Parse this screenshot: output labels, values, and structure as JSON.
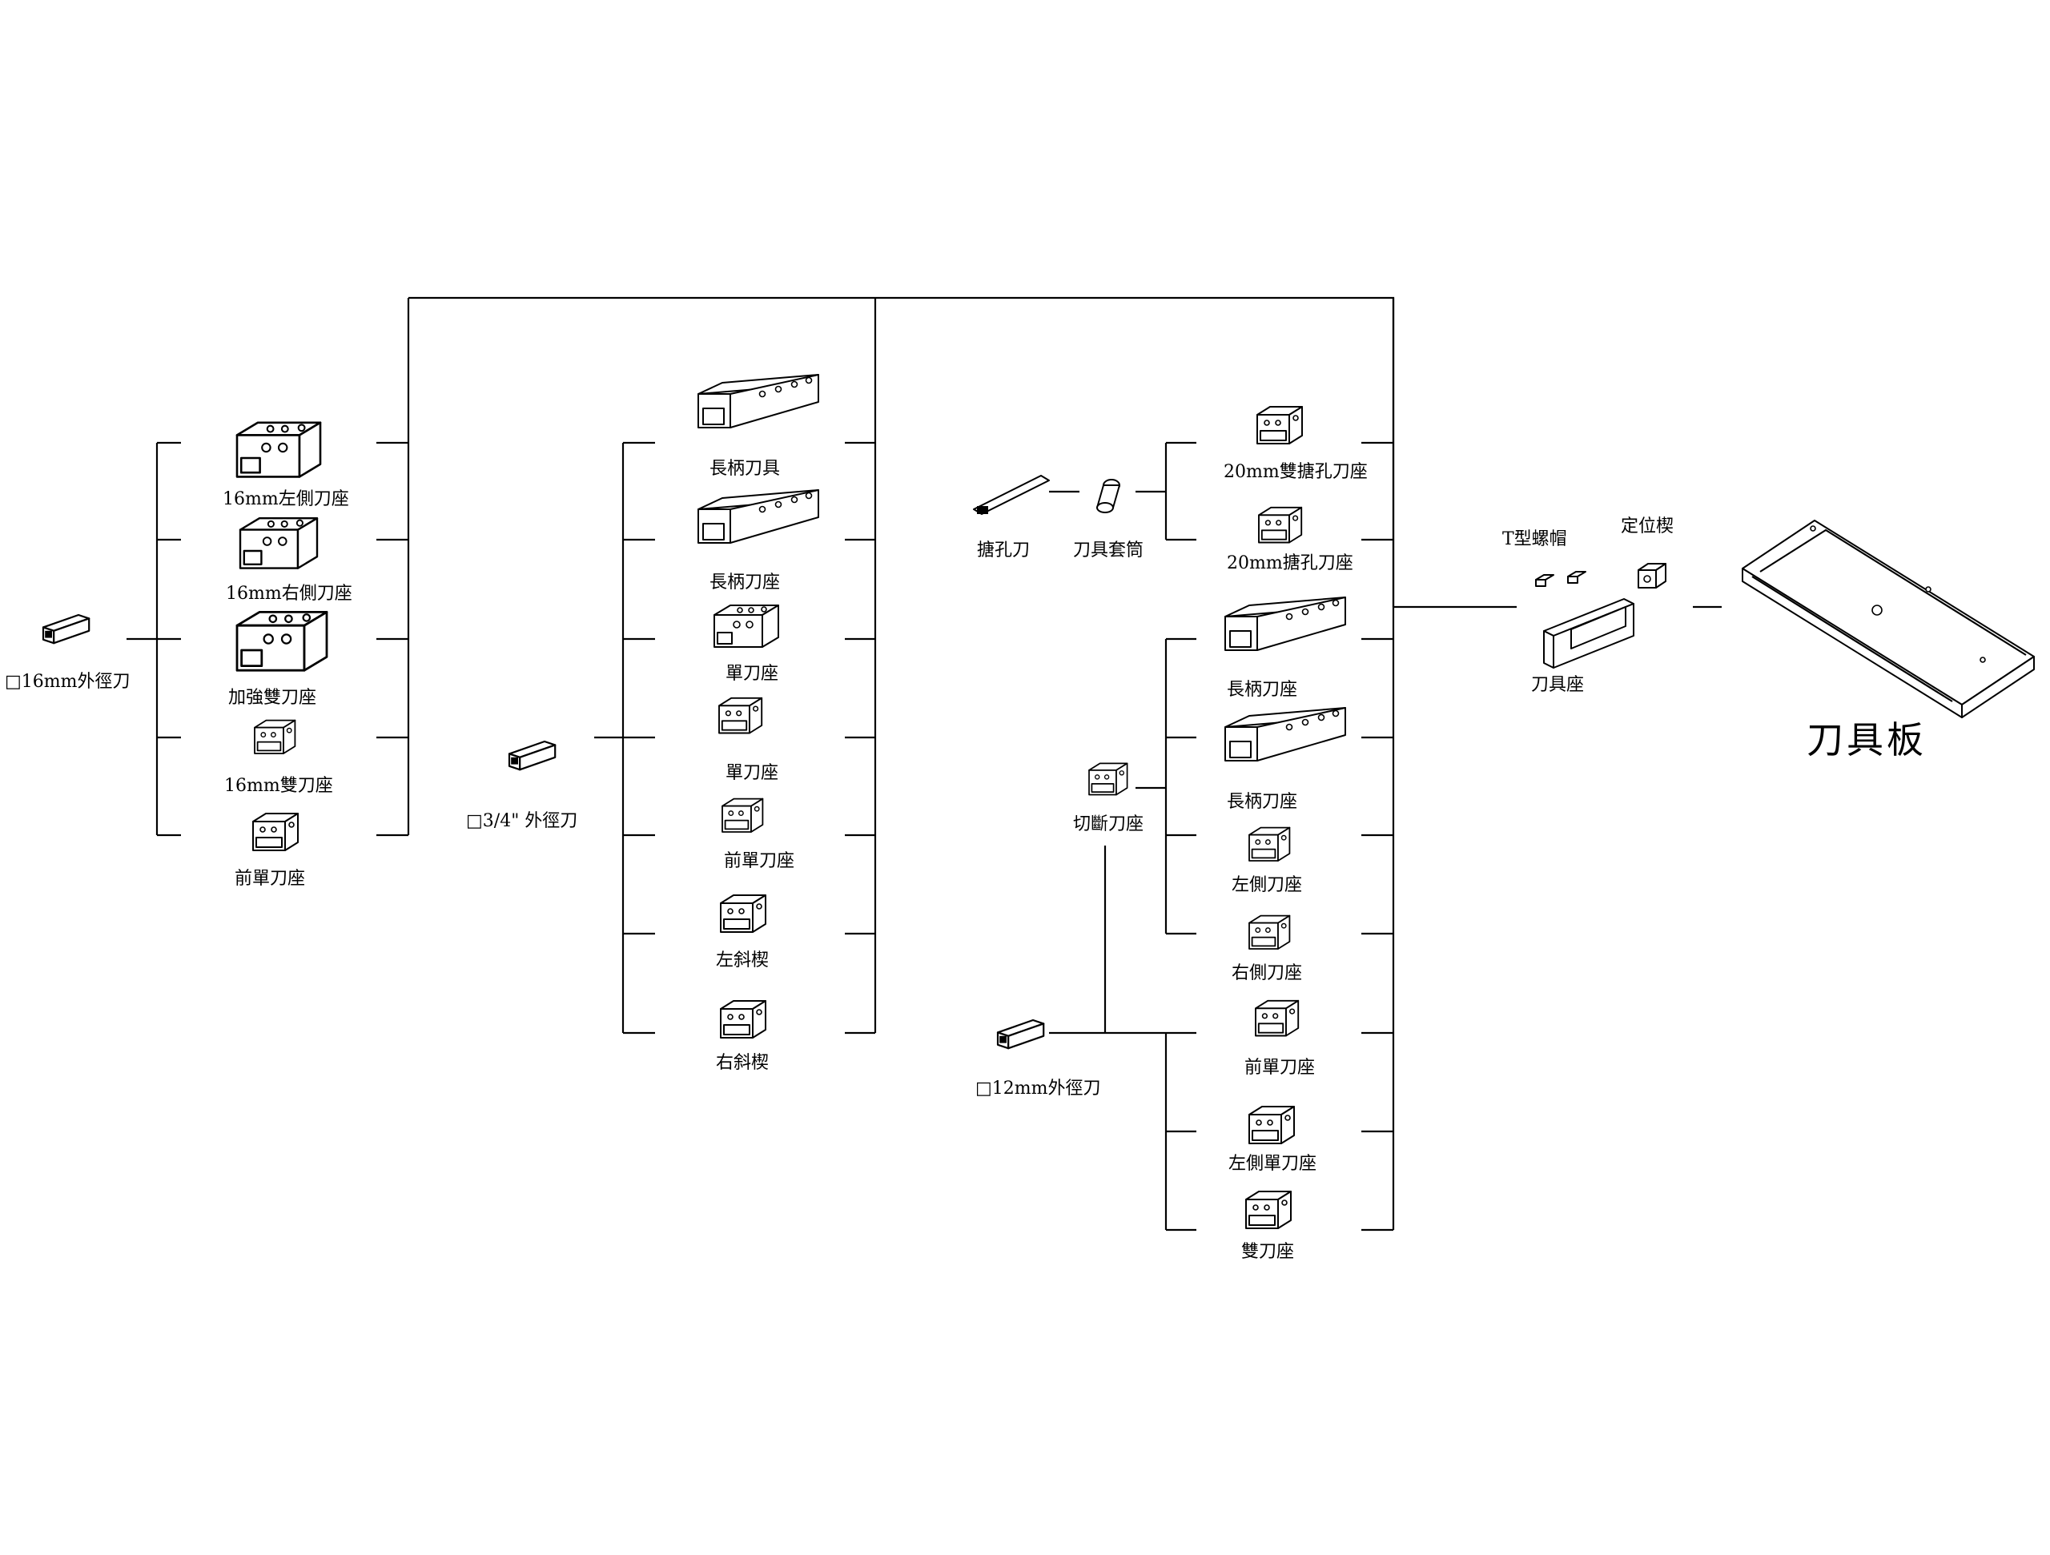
{
  "title": "刀具板",
  "accent_color": "#000000",
  "nodes": {
    "od16": "□16mm外徑刀",
    "od16_left": "16mm左側刀座",
    "od16_right": "16mm右側刀座",
    "od16_reinforced": "加強雙刀座",
    "od16_double": "16mm雙刀座",
    "od16_front": "前單刀座",
    "od34": "□3/4\" 外徑刀",
    "od34_longtool": "長柄刀具",
    "od34_longholder": "長柄刀座",
    "od34_single1": "單刀座",
    "od34_single2": "單刀座",
    "od34_front": "前單刀座",
    "od34_leftwedge": "左斜楔",
    "od34_rightwedge": "右斜楔",
    "boring_bar": "搪孔刀",
    "tool_sleeve": "刀具套筒",
    "bore20_double": "20mm雙搪孔刀座",
    "bore20": "20mm搪孔刀座",
    "cutoff": "切斷刀座",
    "cutoff_long1": "長柄刀座",
    "cutoff_long2": "長柄刀座",
    "cutoff_left": "左側刀座",
    "cutoff_right": "右側刀座",
    "od12": "□12mm外徑刀",
    "od12_front": "前單刀座",
    "od12_leftsingle": "左側單刀座",
    "od12_double": "雙刀座",
    "t_nut": "T型螺帽",
    "locating_wedge": "定位楔",
    "tool_holder": "刀具座"
  },
  "icons": {
    "tool": "square-tool-bit-icon",
    "block": "tool-block-icon",
    "long": "long-shank-holder-icon",
    "plate": "tool-plate-icon"
  }
}
